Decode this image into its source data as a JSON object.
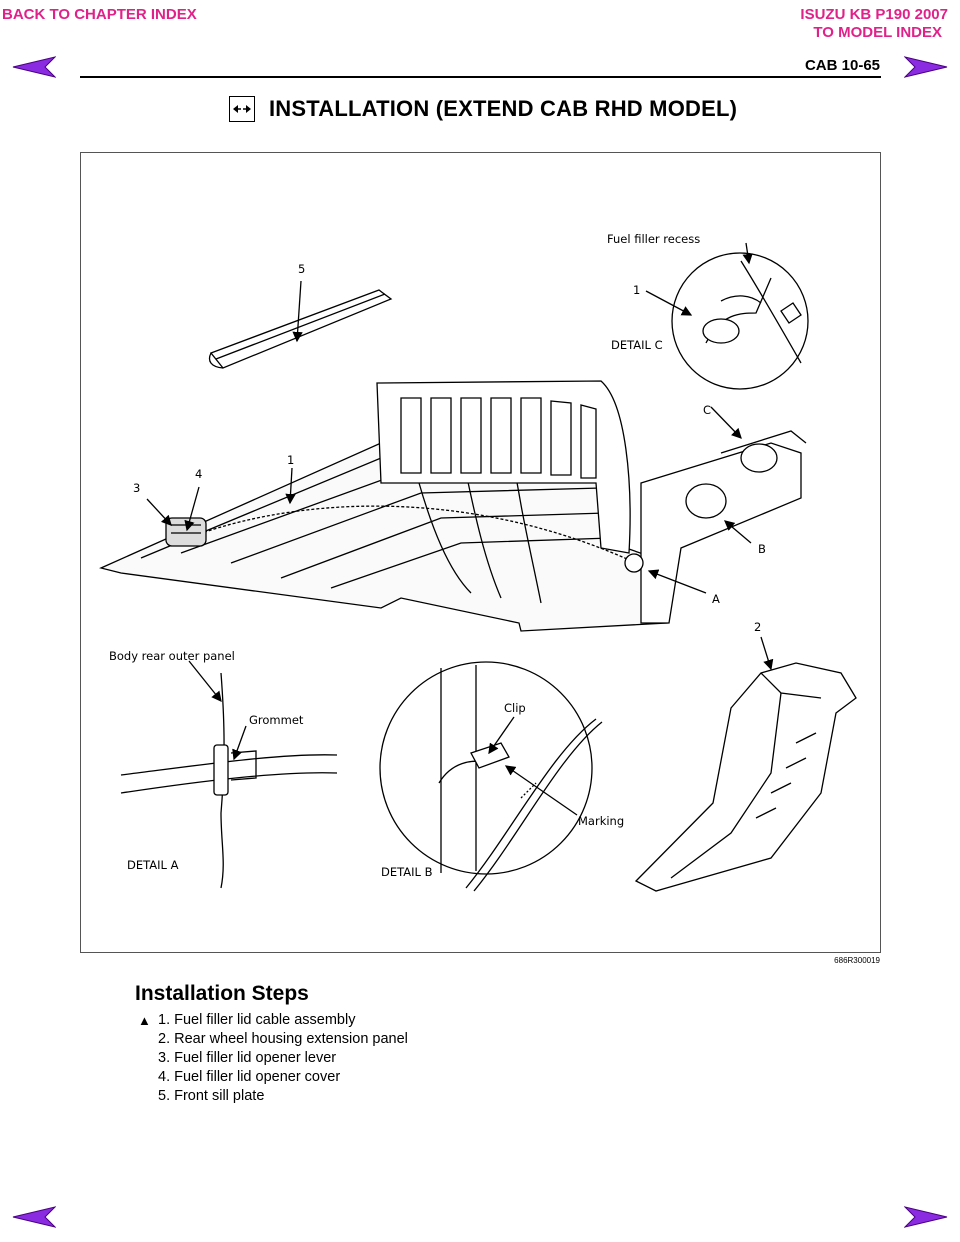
{
  "nav": {
    "back_chapter": "BACK TO CHAPTER INDEX",
    "model_title": "ISUZU KB P190 2007",
    "back_model": "TO MODEL INDEX",
    "prev_icon": "left-arrow-icon",
    "next_icon": "right-arrow-icon"
  },
  "header": {
    "page_ref": "CAB  10-65"
  },
  "title": {
    "icon": "installation-icon",
    "text": "INSTALLATION (EXTEND CAB RHD MODEL)"
  },
  "figure": {
    "labels": {
      "fuel_filler_recess": "Fuel filler recess",
      "detail_c": "DETAIL C",
      "c": "C",
      "b": "B",
      "a": "A",
      "n1_c": "1",
      "n5": "5",
      "n4": "4",
      "n3": "3",
      "n1": "1",
      "n2": "2",
      "body_rear_outer_panel": "Body rear outer panel",
      "grommet": "Grommet",
      "detail_a": "DETAIL A",
      "clip": "Clip",
      "marking": "Marking",
      "detail_b": "DETAIL B"
    },
    "code": "686R300019"
  },
  "steps": {
    "heading": "Installation Steps",
    "marker": "▲",
    "items": [
      "1. Fuel filler lid cable assembly",
      "2. Rear wheel housing extension panel",
      "3. Fuel filler lid opener lever",
      "4. Fuel filler lid opener cover",
      "5. Front sill plate"
    ]
  },
  "colors": {
    "link": "#e0218a",
    "arrow": "#8a2be2"
  }
}
